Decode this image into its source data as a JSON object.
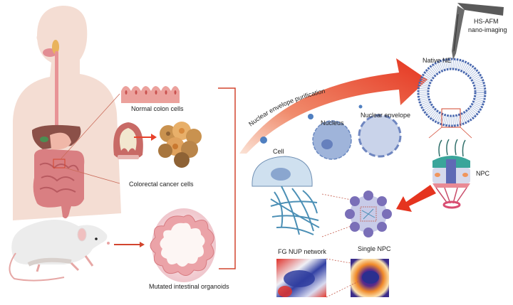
{
  "labels": {
    "normal_colon": "Normal colon cells",
    "colorectal_cancer": "Colorectal cancer cells",
    "organoids": "Mutated intestinal organoids",
    "purification": "Nuclear envelope purification",
    "cell": "Cell",
    "nucleus": "Nucleus",
    "nuclear_envelope": "Nuclear envelope",
    "hsafm_line1": "HS-AFM",
    "hsafm_line2": "nano-imaging",
    "native_ne": "Native NE",
    "npc": "NPC",
    "fg_nup": "FG NUP network",
    "single_npc": "Single NPC"
  },
  "colors": {
    "connector_red": "#d2452e",
    "arrow_red": "#e8412a",
    "skin": "#f3d6cc",
    "colon_pink": "#e9a2a0",
    "cell_blue": "#c9d9ea",
    "membrane_blue": "#4a6fb4",
    "npc_teal": "#3aa59a",
    "npc_purple": "#6d6bb5"
  }
}
